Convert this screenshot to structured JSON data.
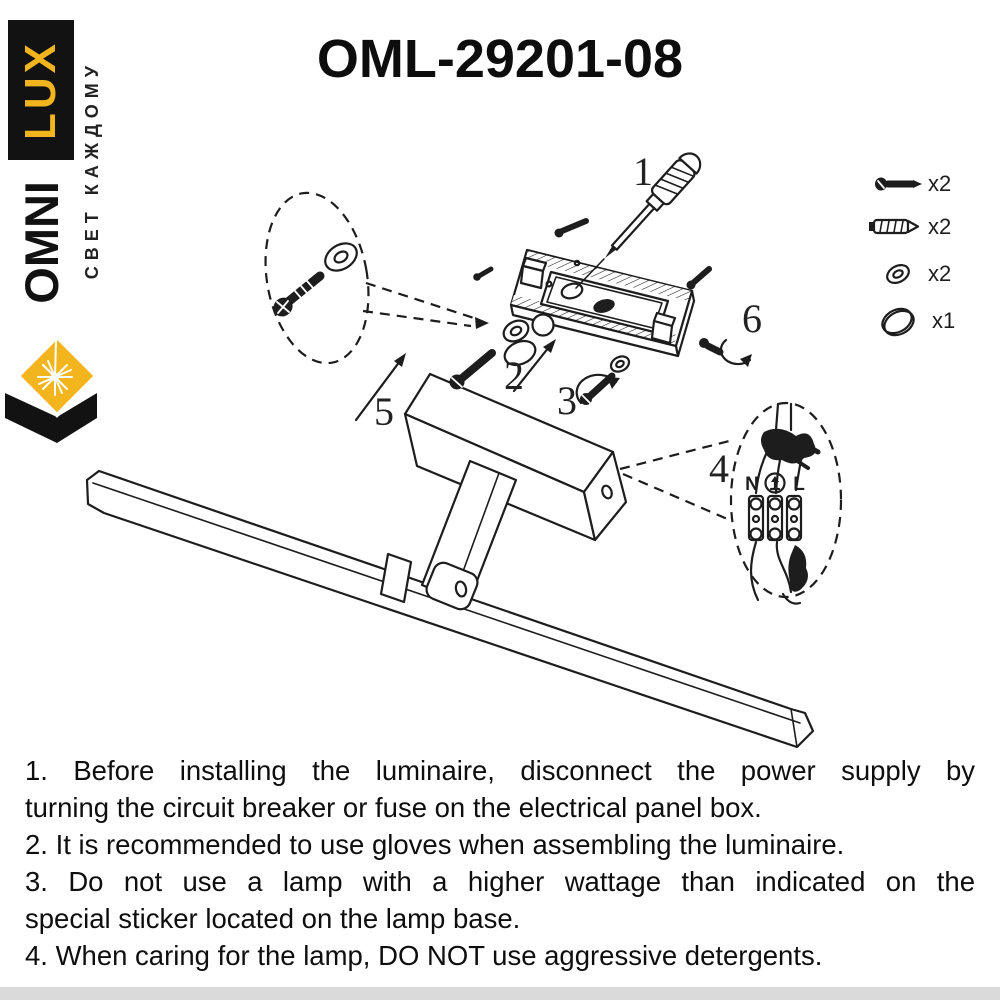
{
  "title": "OML-29201-08",
  "logo": {
    "brand_line1": "LUX",
    "brand_line2": "OMNI",
    "tagline": "СВЕТ КАЖДОМУ",
    "brand_yellow": "#F2B51E",
    "brand_black": "#121212"
  },
  "diagram": {
    "steps": [
      "1",
      "2",
      "3",
      "4",
      "5",
      "6"
    ],
    "wiring": {
      "neutral": "N",
      "line": "L"
    }
  },
  "parts": [
    {
      "icon": "screw-icon",
      "qty": "x2"
    },
    {
      "icon": "wall-plug-icon",
      "qty": "x2"
    },
    {
      "icon": "washer-icon",
      "qty": "x2"
    },
    {
      "icon": "ring-icon",
      "qty": "x1"
    }
  ],
  "instructions": {
    "lines": [
      "1. Before installing the luminaire, disconnect the power supply by",
      "turning the circuit breaker or fuse on the electrical panel box.",
      "2. It is recommended to use gloves when assembling the luminaire.",
      "3. Do not use a lamp with a higher wattage than indicated on the",
      "special sticker located on the lamp base.",
      "4. When caring for the lamp, DO NOT use aggressive detergents."
    ]
  }
}
